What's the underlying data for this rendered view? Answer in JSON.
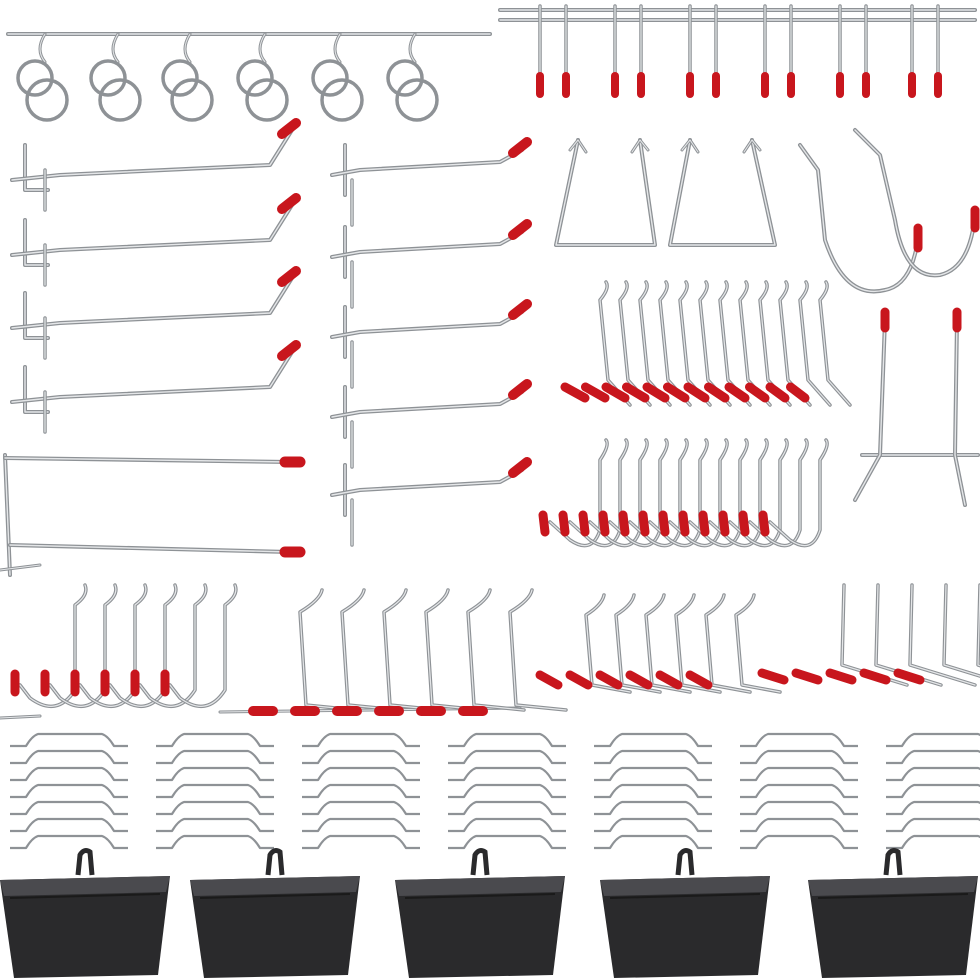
{
  "colors": {
    "background": "#ffffff",
    "wire": "#8e9296",
    "wire_highlight": "#e4e6e8",
    "tip": "#c8161d",
    "bin": "#2a2a2c",
    "bin_highlight": "#4a4a4e"
  },
  "image": {
    "subject": "pegboard-hook-assortment",
    "items": [
      {
        "name": "ring-hook-rack",
        "count": 6
      },
      {
        "name": "u-hook-rack",
        "count": 6
      },
      {
        "name": "long-straight-hook",
        "count": 5
      },
      {
        "name": "double-rod-hook",
        "count": 1
      },
      {
        "name": "angled-straight-hook",
        "count": 5
      },
      {
        "name": "trapezoid-tool-holder",
        "count": 2
      },
      {
        "name": "large-j-hook",
        "count": 2
      },
      {
        "name": "angled-l-hook-small",
        "count": 12
      },
      {
        "name": "j-hook-small",
        "count": 12
      },
      {
        "name": "vertical-pin-holder",
        "count": 2
      },
      {
        "name": "j-hook-medium",
        "count": 6
      },
      {
        "name": "l-hook-long",
        "count": 6
      },
      {
        "name": "l-hook-short",
        "count": 6
      },
      {
        "name": "curved-l-hook",
        "count": 5
      },
      {
        "name": "wire-lock-clip",
        "count": 49
      },
      {
        "name": "plastic-storage-bin",
        "count": 5
      }
    ]
  }
}
